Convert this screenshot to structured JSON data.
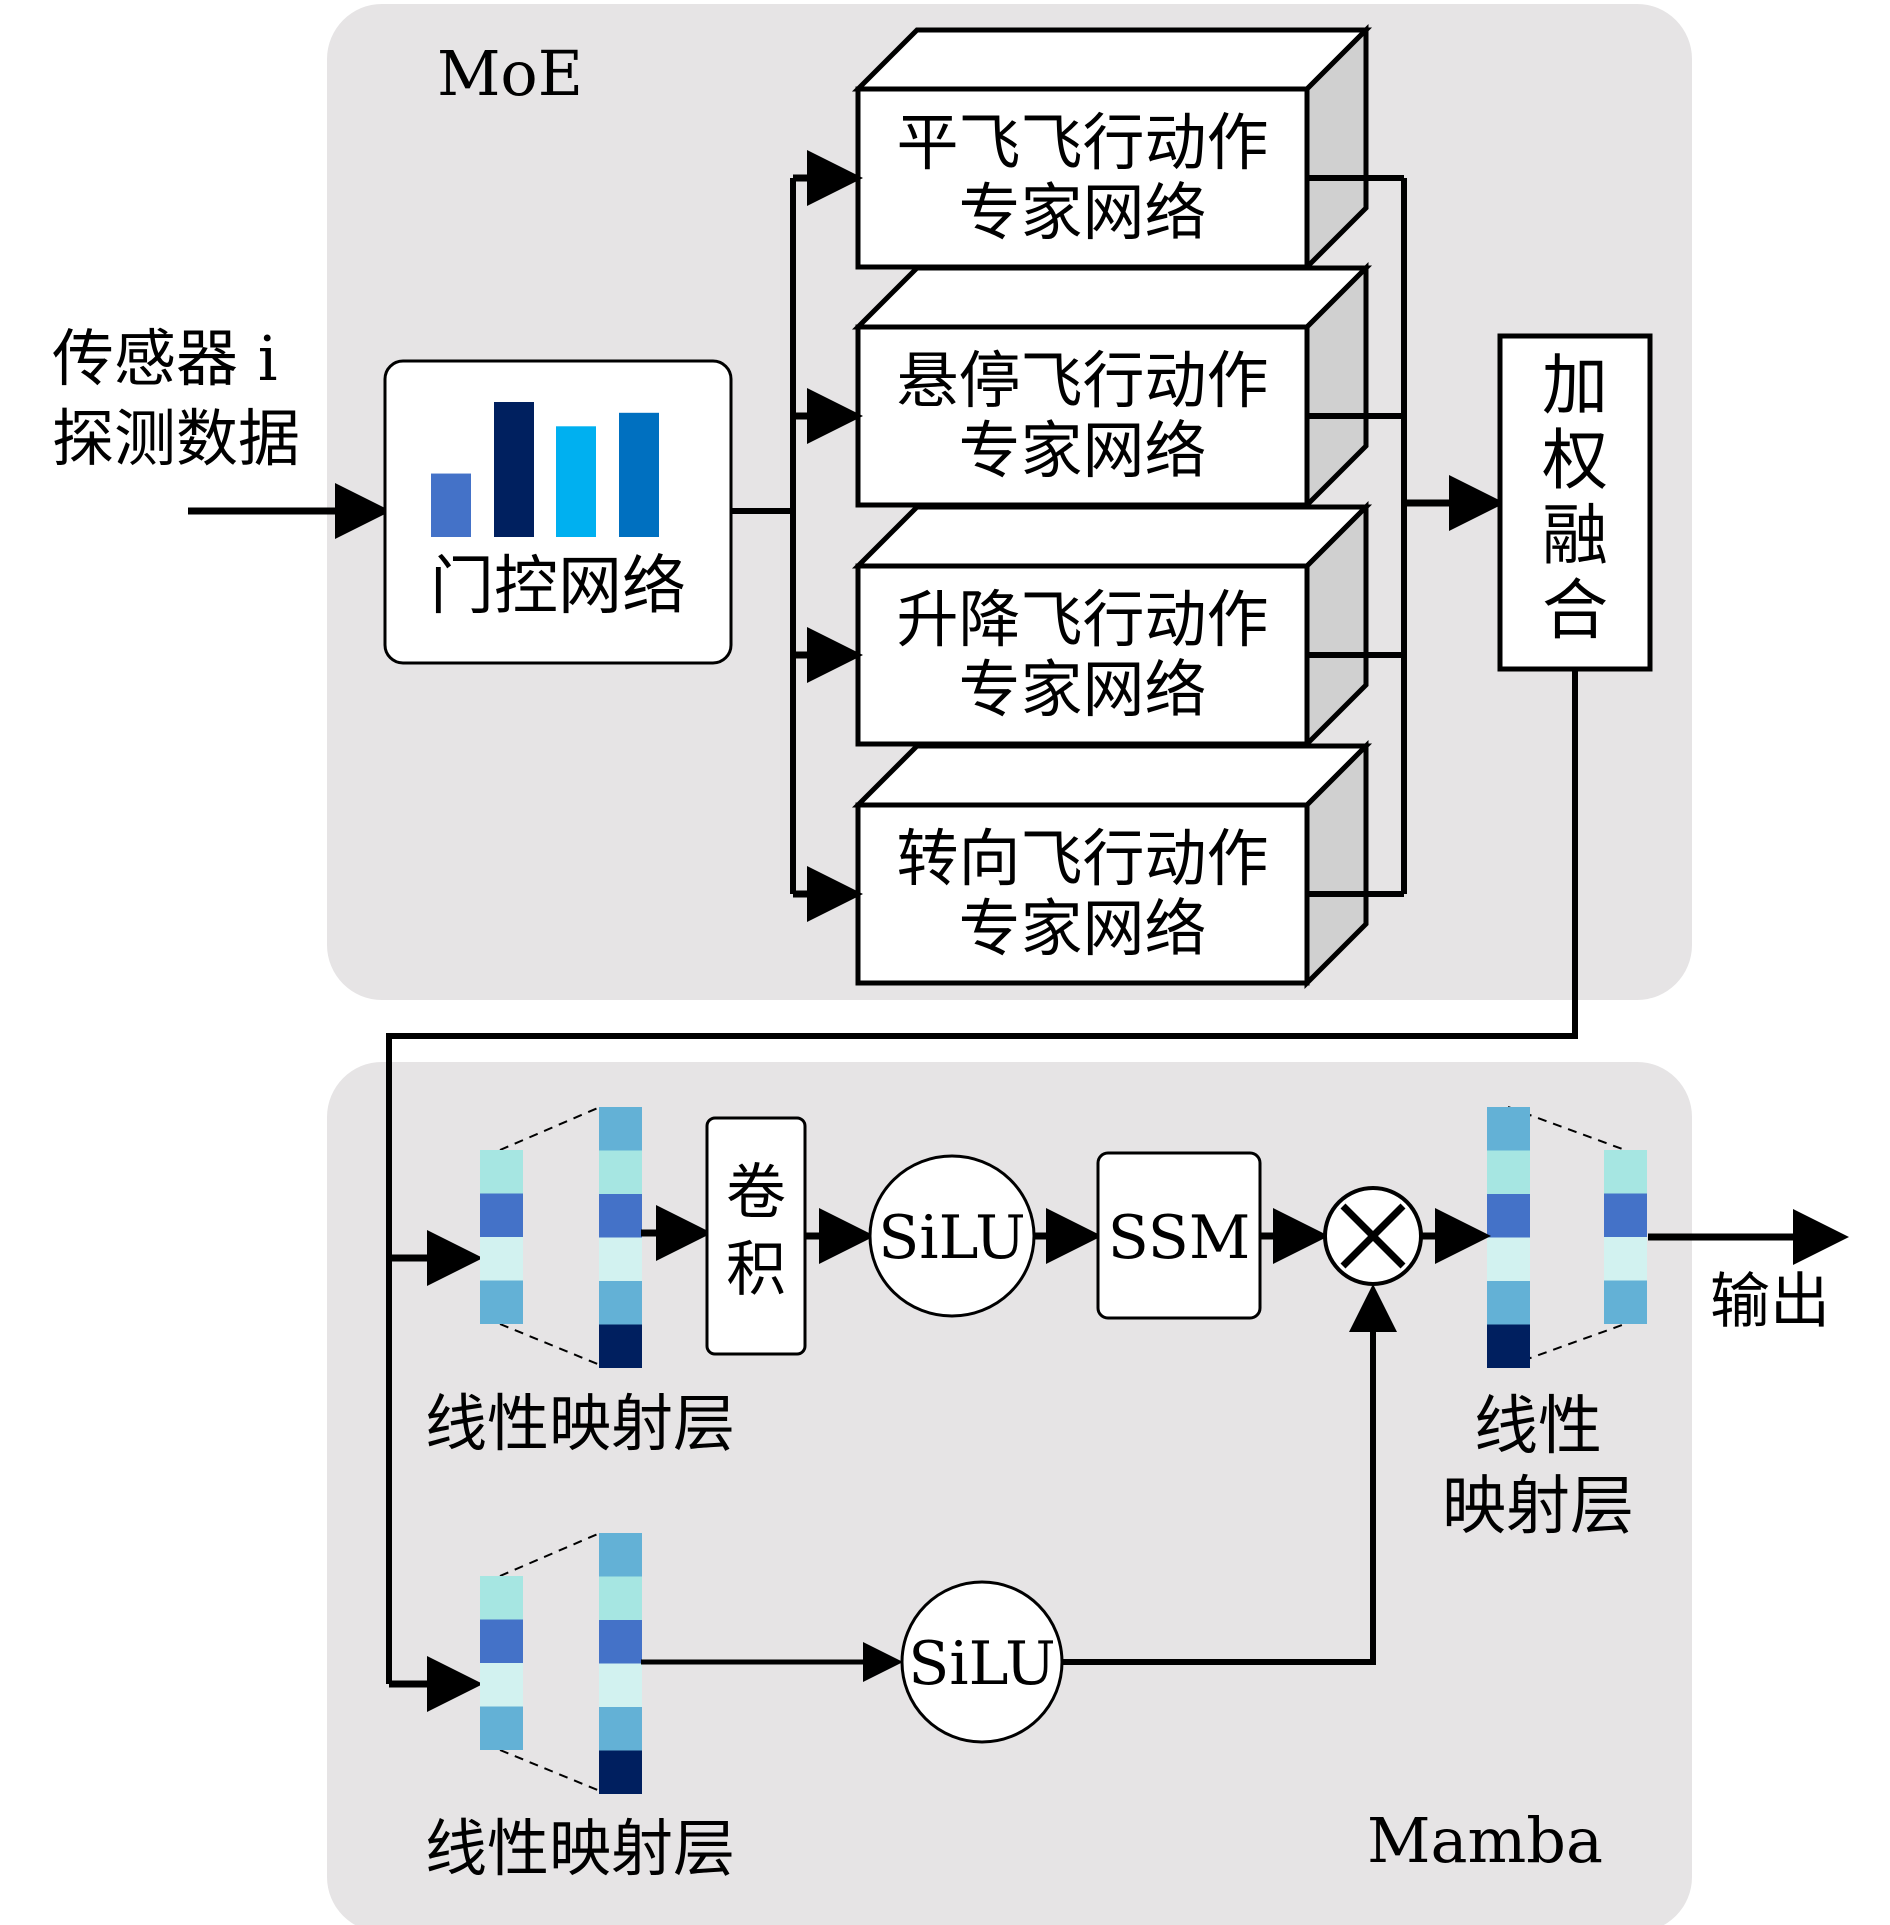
{
  "moe": {
    "title": "MoE",
    "input_label_line1": "传感器 i",
    "input_label_line2": "探测数据",
    "gate": {
      "label": "门控网络",
      "bar_colors": [
        "#4472C8",
        "#00205F",
        "#00B0F0",
        "#0070C0"
      ],
      "bar_levels": [
        0.47,
        1.0,
        0.82,
        0.92
      ]
    },
    "experts": [
      {
        "line1": "平飞飞行动作",
        "line2": "专家网络"
      },
      {
        "line1": "悬停飞行动作",
        "line2": "专家网络"
      },
      {
        "line1": "升降飞行动作",
        "line2": "专家网络"
      },
      {
        "line1": "转向飞行动作",
        "line2": "专家网络"
      }
    ],
    "fusion": {
      "chars": [
        "加",
        "权",
        "融",
        "合"
      ]
    }
  },
  "mamba": {
    "title": "Mamba",
    "linear_in_top_label": "线性映射层",
    "linear_in_bottom_label": "线性映射层",
    "conv": {
      "chars": [
        "卷",
        "积"
      ]
    },
    "silu_top": "SiLU",
    "ssm": "SSM",
    "silu_bottom": "SiLU",
    "multiply": "×",
    "linear_out_label_line1": "线性",
    "linear_out_label_line2": "映射层",
    "output_label": "输出",
    "cell_colors": {
      "light": "#A6E6E2",
      "blue": "#4472C8",
      "pale": "#D2F2F0",
      "mid": "#63B1D6",
      "dark": "#001F5F"
    }
  },
  "colors": {
    "panel": "#E6E4E5",
    "stroke": "#000000",
    "depth": "#D0D0D0"
  }
}
